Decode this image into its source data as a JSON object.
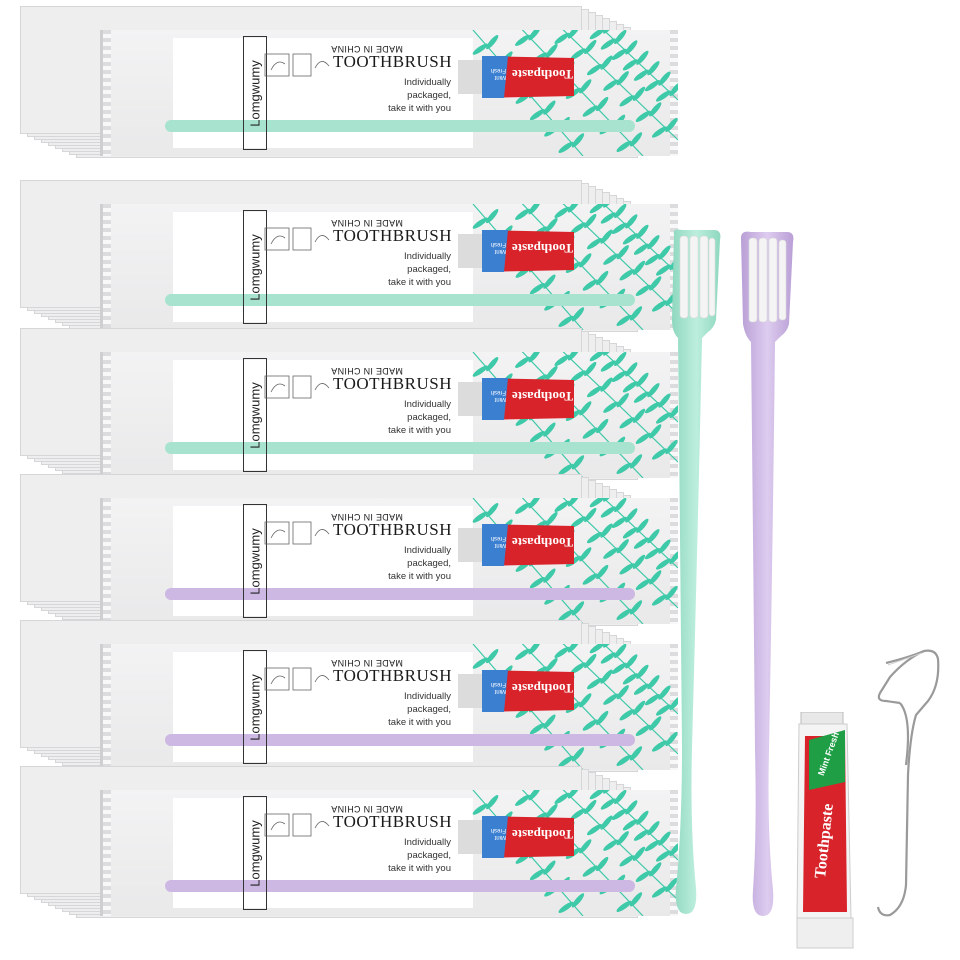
{
  "colors": {
    "mint": "#a8e3cf",
    "lavender": "#cdb7e3",
    "leaf": "#3ec9a8",
    "tube_red": "#d8232a",
    "tube_green": "#1f9e45"
  },
  "packets": [
    {
      "brand": "Lomgwumy",
      "made_in": "MADE IN CHINA",
      "title": "TOOTHBRUSH",
      "line1": "Individually packaged,",
      "line2": "take it with you",
      "tube_label": "Toothpaste",
      "tube_badge": "Mint Fresh",
      "handle_color": "mint"
    },
    {
      "brand": "Lomgwumy",
      "made_in": "MADE IN CHINA",
      "title": "TOOTHBRUSH",
      "line1": "Individually packaged,",
      "line2": "take it with you",
      "tube_label": "Toothpaste",
      "tube_badge": "Mint Fresh",
      "handle_color": "mint"
    },
    {
      "brand": "Lomgwumy",
      "made_in": "MADE IN CHINA",
      "title": "TOOTHBRUSH",
      "line1": "Individually packaged,",
      "line2": "take it with you",
      "tube_label": "Toothpaste",
      "tube_badge": "Mint Fresh",
      "handle_color": "mint"
    },
    {
      "brand": "Lomgwumy",
      "made_in": "MADE IN CHINA",
      "title": "TOOTHBRUSH",
      "line1": "Individually packaged,",
      "line2": "take it with you",
      "tube_label": "Toothpaste",
      "tube_badge": "Mint Fresh",
      "handle_color": "lavender"
    },
    {
      "brand": "Lomgwumy",
      "made_in": "MADE IN CHINA",
      "title": "TOOTHBRUSH",
      "line1": "Individually packaged,",
      "line2": "take it with you",
      "tube_label": "Toothpaste",
      "tube_badge": "Mint Fresh",
      "handle_color": "lavender"
    },
    {
      "brand": "Lomgwumy",
      "made_in": "MADE IN CHINA",
      "title": "TOOTHBRUSH",
      "line1": "Individually packaged,",
      "line2": "take it with you",
      "tube_label": "Toothpaste",
      "tube_badge": "Mint Fresh",
      "handle_color": "lavender"
    }
  ],
  "loose_items": {
    "toothpaste": {
      "label": "Toothpaste",
      "badge": "Mint Fresh"
    },
    "brushes": [
      "mint",
      "lavender"
    ],
    "floss_pick": "floss-pick-icon"
  }
}
